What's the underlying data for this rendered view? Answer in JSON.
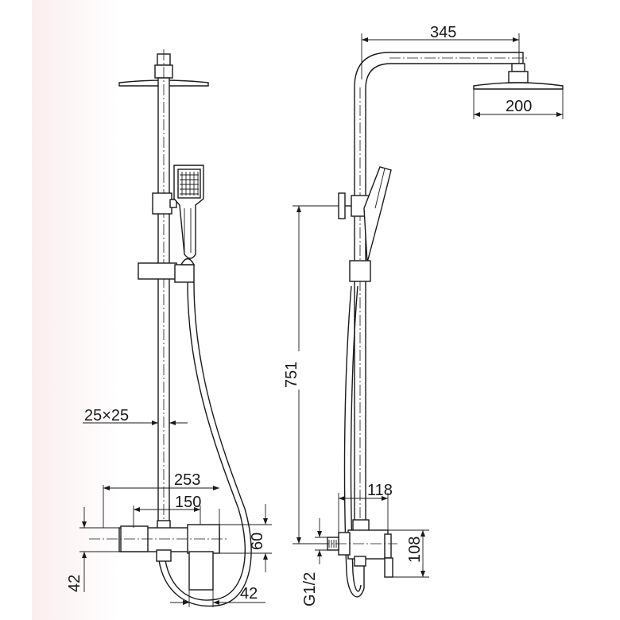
{
  "diagram": {
    "front_view": {
      "dim_tube": "25×25",
      "dim_overall_width": "253",
      "dim_center_spacing": "150",
      "dim_mixer_height": "60",
      "dim_inlet_offset": "42",
      "dim_outlet_offset": "42"
    },
    "side_view": {
      "dim_arm_reach": "345",
      "dim_head_diameter": "200",
      "dim_height": "751",
      "dim_mixer_depth": "118",
      "dim_mixer_body": "108",
      "dim_thread": "G1/2"
    }
  }
}
